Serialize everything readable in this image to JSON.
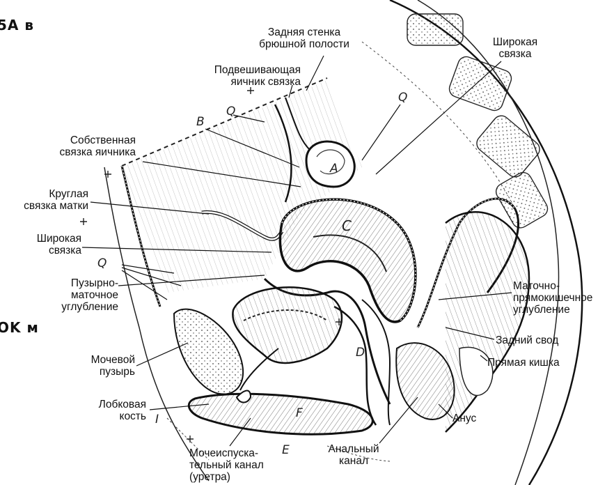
{
  "edge_text": {
    "top": "5A в",
    "bottom": "OK м"
  },
  "labels": {
    "posterior_wall": "Задняя стенка\nбрюшной полости",
    "broad_ligament_top": "Широкая\nсвязка",
    "suspensory_ligament": "Подвешивающая\nяичник связка",
    "ovarian_ligament": "Собственная\nсвязка яичника",
    "round_ligament": "Круглая\nсвязка матки",
    "broad_ligament_left": "Широкая\nсвязка",
    "vesicouterine_pouch": "Пузырно-\nматочное\nуглубление",
    "rectouterine_pouch": "Маточно-\nпрямокишечное\nуглубление",
    "posterior_fornix": "Задний свод",
    "rectum": "Прямая кишка",
    "bladder": "Мочевой\nпузырь",
    "pubic_bone": "Лобковая\nкость",
    "anus": "Анус",
    "anal_canal": "Анальный\nканал",
    "urethra": "Мочеиспуска-\nтельный канал\n(уретра)"
  },
  "letters": {
    "A": "A",
    "B": "B",
    "C": "C",
    "D": "D",
    "E": "E",
    "F": "F",
    "I": "I",
    "Q1": "Q",
    "Q2": "Q",
    "Q3": "Q"
  }
}
